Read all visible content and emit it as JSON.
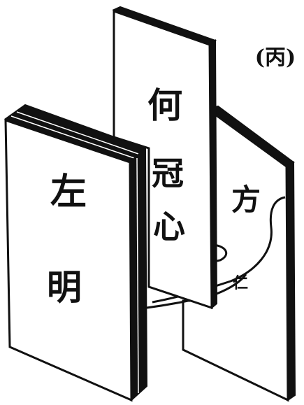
{
  "figure": {
    "label": "(丙)"
  },
  "panels": {
    "left": {
      "chars": [
        "左",
        "明"
      ]
    },
    "middle": {
      "chars": [
        "何",
        "冠",
        "心"
      ]
    },
    "right": {
      "chars": [
        "方"
      ],
      "small_mark": "仁"
    }
  },
  "colors": {
    "ink": "#111111",
    "paper": "#ffffff"
  }
}
